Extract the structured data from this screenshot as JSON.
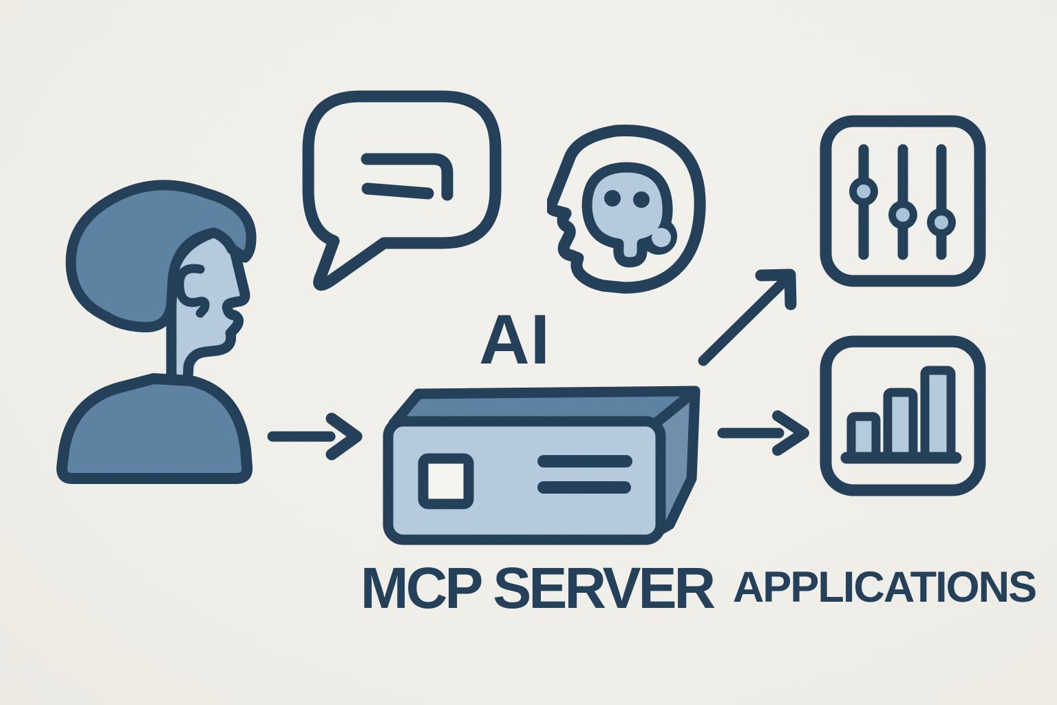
{
  "labels": {
    "ai": "AI",
    "mcp_server": "MCP SERVER",
    "applications": "APPLICATIONS"
  },
  "colors": {
    "background": "#f2f0ea",
    "ink": "#203d57",
    "mid_blue": "#5b80a1",
    "light_blue": "#b5cbde",
    "paper_white": "#f8f6f0"
  },
  "icons": {
    "person": "person-profile-icon",
    "speech_bubble": "speech-bubble-icon",
    "ai_head": "ai-head-icon",
    "server": "server-box-icon",
    "sliders": "sliders-panel-icon",
    "bar_chart": "bar-chart-icon",
    "arrow_person_to_server": "arrow-right-icon",
    "arrow_server_to_sliders": "arrow-up-right-icon",
    "arrow_server_to_chart": "arrow-right-icon"
  }
}
